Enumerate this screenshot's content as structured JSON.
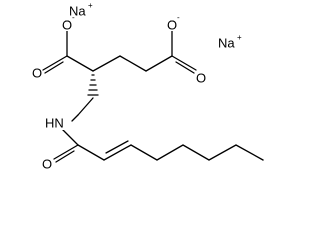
{
  "molecule": {
    "counterions": {
      "sodium_1": {
        "symbol": "Na",
        "charge": "+"
      },
      "sodium_2": {
        "symbol": "Na",
        "charge": "+"
      }
    },
    "alpha_carboxylate": {
      "oxygen_anion": {
        "symbol": "O",
        "charge": "-"
      },
      "oxygen_carbonyl": {
        "symbol": "O"
      }
    },
    "side_chain_carboxylate": {
      "oxygen_anion": {
        "symbol": "O",
        "charge": "-"
      },
      "oxygen_carbonyl": {
        "symbol": "O"
      }
    },
    "amide": {
      "nitrogen": {
        "symbol": "HN"
      },
      "oxygen_carbonyl": {
        "symbol": "O"
      }
    }
  }
}
